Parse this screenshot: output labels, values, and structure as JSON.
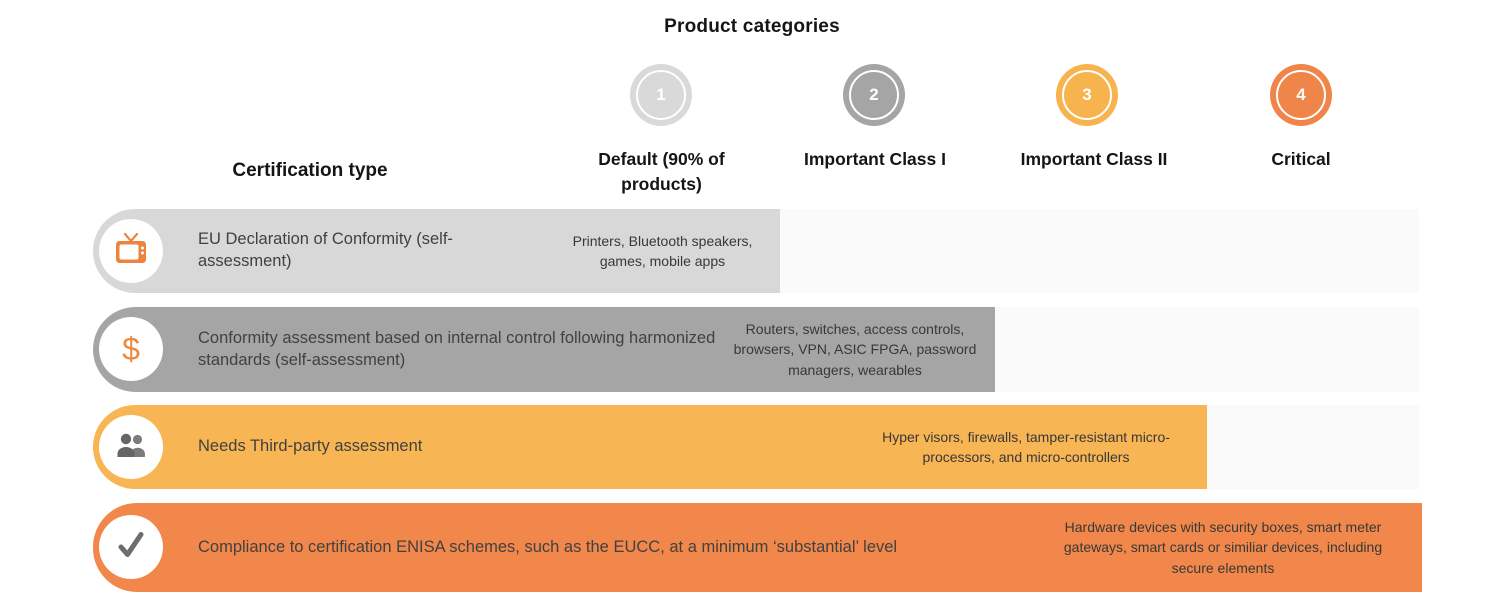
{
  "title": "Product categories",
  "table": {
    "certification_type_header": "Certification type",
    "columns": [
      {
        "number": "1",
        "label": "Default (90% of products)",
        "color": "#d9d9d9"
      },
      {
        "number": "2",
        "label": "Important Class I",
        "color": "#a5a5a5"
      },
      {
        "number": "3",
        "label": "Important Class II",
        "color": "#f7b44e"
      },
      {
        "number": "4",
        "label": "Critical",
        "color": "#ef8548"
      }
    ],
    "rows": [
      {
        "icon": "tv-icon",
        "label": "EU Declaration of Conformity (self-assessment)",
        "products": "Printers, Bluetooth speakers, games, mobile apps",
        "color": "#d8d8d8"
      },
      {
        "icon": "dollar-icon",
        "label": "Conformity assessment based on internal control following harmonized standards (self-assessment)",
        "products": "Routers, switches, access controls, browsers, VPN, ASIC FPGA, password managers, wearables",
        "color": "#a5a5a5"
      },
      {
        "icon": "people-icon",
        "label": "Needs Third-party assessment",
        "products": "Hyper visors, firewalls, tamper-resistant micro-processors, and micro-controllers",
        "color": "#f8b554"
      },
      {
        "icon": "check-icon",
        "label": "Compliance to certification ENISA schemes, such as the EUCC, at a minimum ‘substantial’ level",
        "products": "Hardware devices with security boxes, smart meter gateways, smart cards or similiar devices, including secure elements",
        "color": "#f1874a"
      }
    ]
  },
  "colors": {
    "row_extension": "#fafafa",
    "icon_orange": "#ec8440",
    "icon_gray": "#6d6d6d",
    "dollar_sign": "$"
  }
}
